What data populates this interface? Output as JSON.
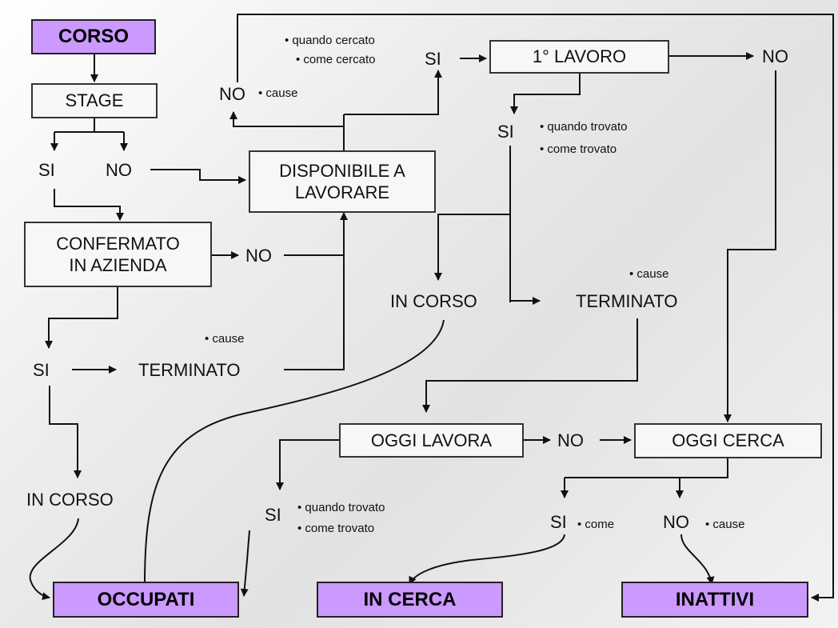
{
  "boxes": {
    "corso": "CORSO",
    "stage": "STAGE",
    "confermato": "CONFERMATO\nIN AZIENDA",
    "disponibile": "DISPONIBILE A\nLAVORARE",
    "primo_lavoro": "1° LAVORO",
    "oggi_lavora": "OGGI LAVORA",
    "oggi_cerca": "OGGI CERCA"
  },
  "outcomes": {
    "occupati": "OCCUPATI",
    "in_cerca": "IN CERCA",
    "inattivi": "INATTIVI"
  },
  "labels": {
    "stage_si": "SI",
    "stage_no": "NO",
    "confermato_no": "NO",
    "confermato_si": "SI",
    "terminato_left": "TERMINATO",
    "in_corso_left": "IN CORSO",
    "disp_no": "NO",
    "disp_si": "SI",
    "lavoro_no": "NO",
    "lavoro_si": "SI",
    "in_corso_mid": "IN CORSO",
    "terminato_mid": "TERMINATO",
    "oggi_lavora_no": "NO",
    "oggi_lavora_si": "SI",
    "oggi_cerca_si": "SI",
    "oggi_cerca_no": "NO"
  },
  "notes": {
    "cause": "• cause",
    "quando_cercato": "• quando cercato",
    "come_cercato": "• come cercato",
    "quando_trovato": "• quando trovato",
    "come_trovato": "• come trovato",
    "come": "• come"
  },
  "colors": {
    "outcome_fill": "#cc99ff",
    "box_fill": "#f7f7f7",
    "line": "#111111"
  }
}
